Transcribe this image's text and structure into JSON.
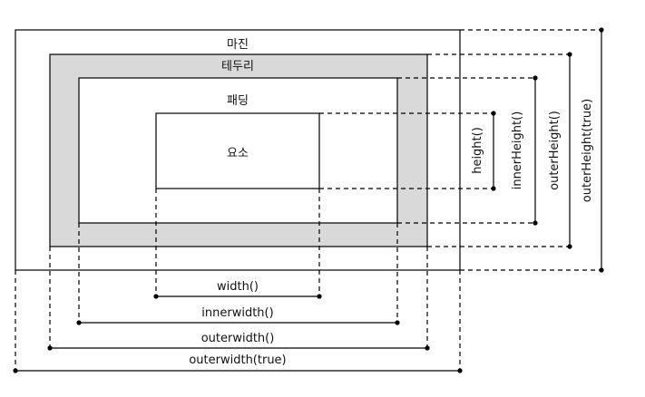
{
  "labels": {
    "margin": "마진",
    "border": "테두리",
    "padding": "패딩",
    "element": "요소"
  },
  "horizontal_measures": {
    "width": "width()",
    "innerwidth": "innerwidth()",
    "outerwidth": "outerwidth()",
    "outerwidth_true": "outerwidth(true)"
  },
  "vertical_measures": {
    "height": "height()",
    "innerHeight": "innerHeight()",
    "outerHeight": "outerHeight()",
    "outerHeight_true": "outerHeight(true)"
  },
  "colors": {
    "border_fill": "#d9d9d9",
    "stroke": "#000000",
    "background": "#ffffff"
  }
}
